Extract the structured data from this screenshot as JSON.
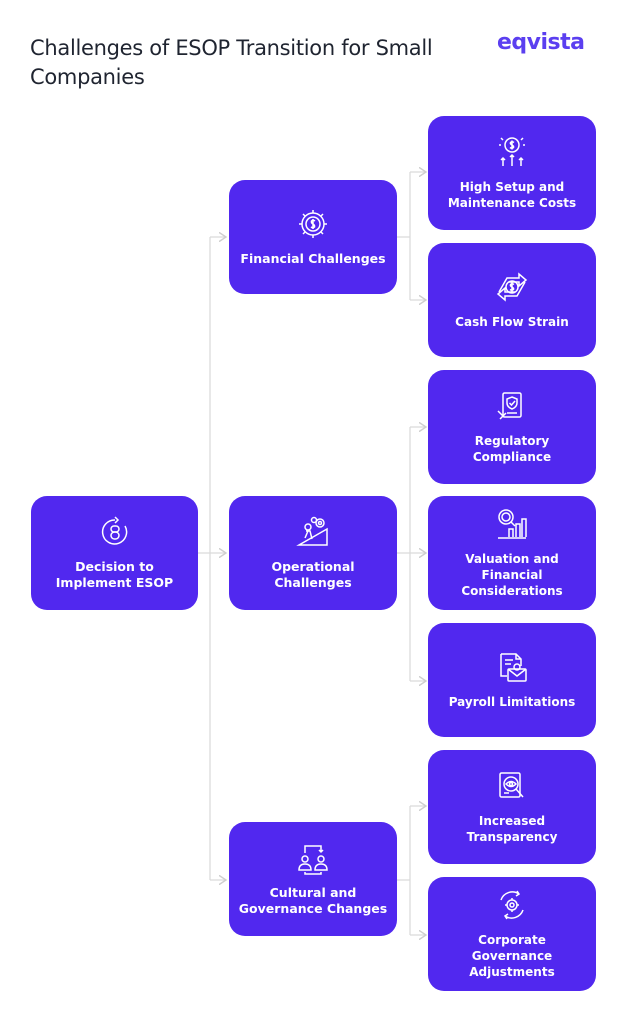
{
  "header": {
    "title": "Challenges of ESOP Transition for Small Companies",
    "logo": "eqvista"
  },
  "root": {
    "label": "Decision to Implement ESOP",
    "icon": "decision-icon"
  },
  "categories": [
    {
      "label": "Financial Challenges",
      "icon": "gear-dollar-icon",
      "items": [
        {
          "label": "High Setup and Maintenance Costs",
          "icon": "dollar-growth-icon"
        },
        {
          "label": "Cash Flow Strain",
          "icon": "cash-flow-icon"
        }
      ]
    },
    {
      "label": "Operational Challenges",
      "icon": "climb-gears-icon",
      "items": [
        {
          "label": "Regulatory Compliance",
          "icon": "compliance-document-icon"
        },
        {
          "label": "Valuation and Financial Considerations",
          "icon": "valuation-chart-icon"
        },
        {
          "label": "Payroll Limitations",
          "icon": "payroll-envelope-icon"
        }
      ]
    },
    {
      "label": "Cultural and Governance Changes",
      "icon": "people-exchange-icon",
      "items": [
        {
          "label": "Increased Transparency",
          "icon": "eye-document-icon"
        },
        {
          "label": "Corporate Governance Adjustments",
          "icon": "governance-cycle-icon"
        }
      ]
    }
  ],
  "colors": {
    "node": "#5128ef",
    "connector": "#d9d9d9",
    "logo": "#5b3ff0"
  }
}
